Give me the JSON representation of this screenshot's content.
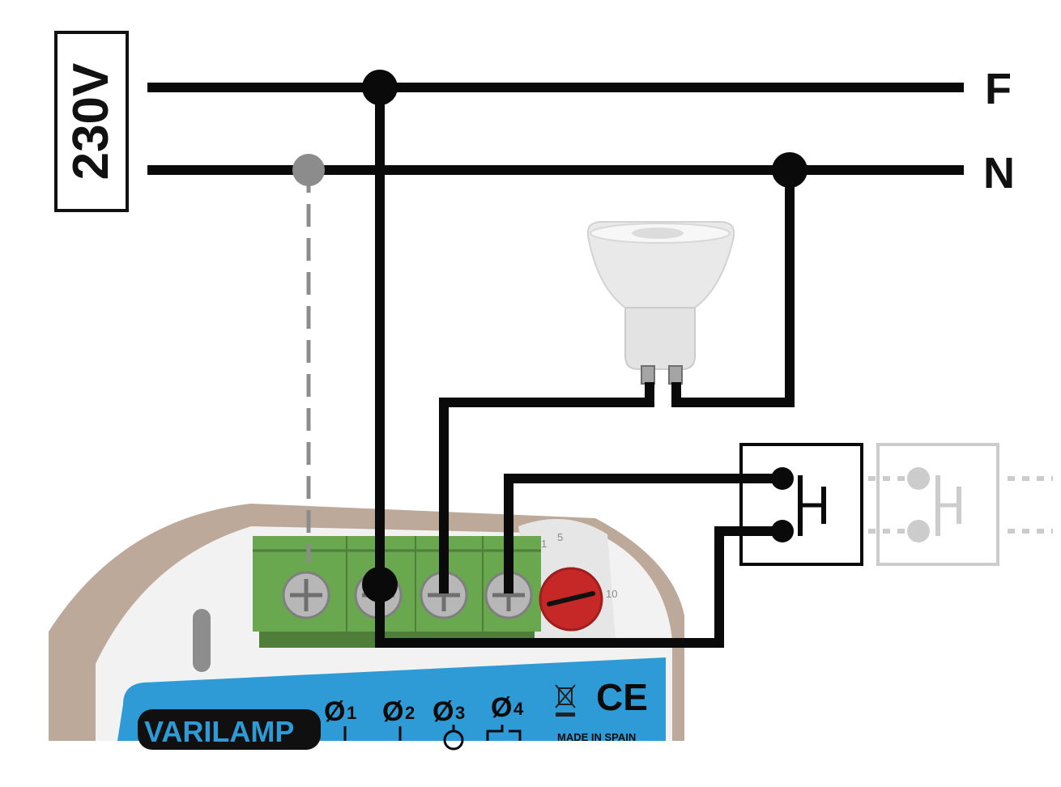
{
  "supply": {
    "voltage_label": "230V",
    "phase_label": "F",
    "neutral_label": "N"
  },
  "module": {
    "brand_label": "VARILAMP",
    "terminal_labels": [
      "1",
      "2",
      "3",
      "4"
    ],
    "origin_label": "MADE IN SPAIN",
    "certification_label": "CE",
    "dial_marks": [
      "1",
      "5",
      "10"
    ]
  },
  "components": {
    "lamp": "GU10 LED bulb",
    "switch": "push-button-icon",
    "extra_switch": "push-button-icon (additional, optional)",
    "weee": "crossed-bin-icon"
  },
  "colors": {
    "wire": "#0a0a0a",
    "optional_wire": "#8c8c8c",
    "optional_switch": "#cccccc",
    "terminal_block": "#6aa84f",
    "module_label": "#2e9bd6",
    "module_body": "#f2f2f2",
    "module_shell": "#bda999",
    "dial": "#c62828"
  }
}
